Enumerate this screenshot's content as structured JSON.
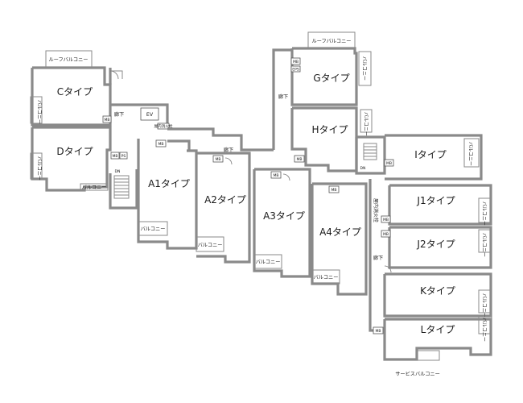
{
  "units": {
    "c": "Cタイプ",
    "d": "Dタイプ",
    "a1": "A1タイプ",
    "a2": "A2タイプ",
    "a3": "A3タイプ",
    "a4": "A4タイプ",
    "g": "Gタイプ",
    "h": "Hタイプ",
    "i": "Iタイプ",
    "j1": "J1タイプ",
    "j2": "J2タイプ",
    "k": "Kタイプ",
    "l": "Lタイプ"
  },
  "labels": {
    "roof_balcony": "ルーフバルコニー",
    "balcony": "バルコニー",
    "service_balcony": "サービスバルコニー",
    "corridor": "廊下",
    "ev": "EV",
    "fire_hydrant": "屋内消火栓",
    "mb": "MB",
    "ps": "PS",
    "eps": "EPS",
    "dn": "DN"
  },
  "colors": {
    "wall": "#8a8a8a",
    "text": "#1a1a1a"
  }
}
